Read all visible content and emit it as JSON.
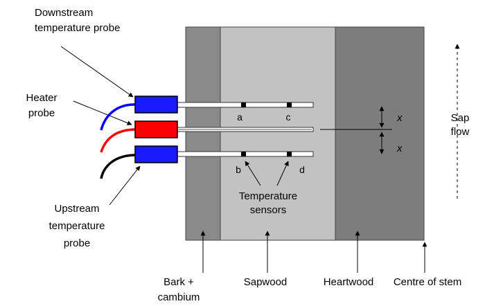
{
  "labels": {
    "downstream_probe": [
      "Downstream",
      "temperature probe"
    ],
    "heater_probe": [
      "Heater",
      "probe"
    ],
    "upstream_probe": [
      "Upstream",
      "temperature",
      "probe"
    ],
    "temperature_sensors": [
      "Temperature",
      "sensors"
    ],
    "sap_flow": [
      "Sap",
      "flow"
    ],
    "bark": [
      "Bark +",
      "cambium"
    ],
    "sapwood": "Sapwood",
    "heartwood": "Heartwood",
    "centre_of_stem": "Centre of stem",
    "distance_symbol": "x",
    "sensor_a": "a",
    "sensor_b": "b",
    "sensor_c": "c",
    "sensor_d": "d"
  },
  "colors": {
    "bark": "#8a8a8a",
    "sapwood": "#c2c2c2",
    "heartwood": "#7d7d7d",
    "temperature_probe_housing": "#1a1aff",
    "heater_probe_housing": "#ff0000",
    "downstream_lead": "#0000ff",
    "heater_lead": "#ff0000",
    "upstream_lead": "#000000"
  }
}
